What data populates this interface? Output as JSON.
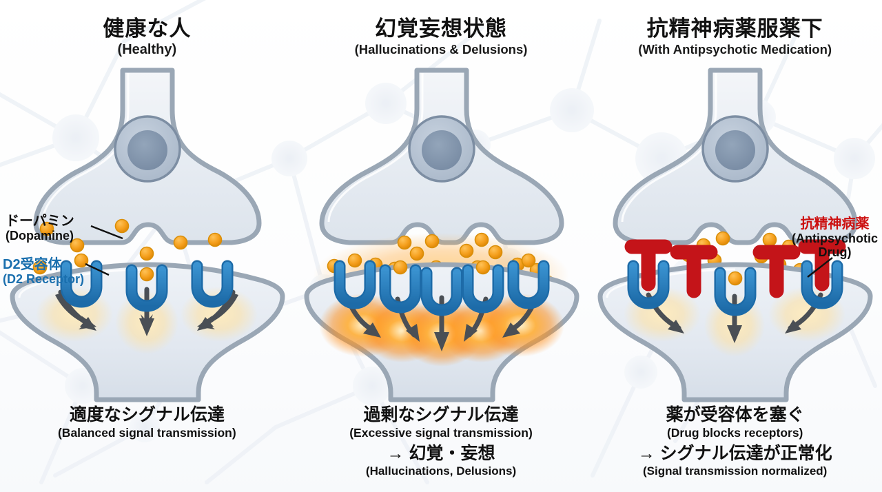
{
  "diagram": {
    "subject": "Dopamine synapse comparison: healthy, psychosis, antipsychotic treatment",
    "colors": {
      "dopamine": "#f5a01e",
      "receptor_blue": "#2b7fc0",
      "drug_red": "#d6252a",
      "membrane_gray": "#9aa7b5",
      "cytoplasm": "#e9edf2",
      "nucleus": "#7d90a8",
      "glow_warm": "#ffd27a",
      "glow_intense": "#ff8c16",
      "background": "#fdfdfe"
    }
  },
  "panels": [
    {
      "id": "healthy",
      "title_jp": "健康な人",
      "title_en": "(Healthy)",
      "caption_jp": "適度なシグナル伝達",
      "caption_en": "(Balanced signal transmission)",
      "caption_jp2": "",
      "caption_en2": "",
      "dopamine_count": 7,
      "receptor_count": 3,
      "drug_count": 0,
      "signal_arrows": 3,
      "glow_level": "mild",
      "release_sites": 1
    },
    {
      "id": "psychosis",
      "title_jp": "幻覚妄想状態",
      "title_en": "(Hallucinations & Delusions)",
      "caption_jp": "過剰なシグナル伝達",
      "caption_en": "(Excessive signal transmission)",
      "caption_jp2": "→ 幻覚・妄想",
      "caption_en2": "(Hallucinations, Delusions)",
      "dopamine_count": 42,
      "receptor_count": 5,
      "drug_count": 0,
      "signal_arrows": 5,
      "glow_level": "intense",
      "release_sites": 2
    },
    {
      "id": "medicated",
      "title_jp": "抗精神病薬服薬下",
      "title_en": "(With Antipsychotic Medication)",
      "caption_jp": "薬が受容体を塞ぐ",
      "caption_en": "(Drug blocks receptors)",
      "caption_jp2": "→ シグナル伝達が正常化",
      "caption_en2": "(Signal transmission normalized)",
      "dopamine_count": 18,
      "receptor_count": 3,
      "drug_count": 5,
      "signal_arrows": 3,
      "glow_level": "mild",
      "release_sites": 2
    }
  ],
  "annotations": {
    "dopamine": {
      "jp": "ドーパミン",
      "en": "(Dopamine)"
    },
    "d2_receptor": {
      "jp": "D2受容体",
      "en": "(D2 Receptor)"
    },
    "antipsychotic": {
      "jp": "抗精神病薬",
      "en_line1": "(Antipsychotic",
      "en_line2": "Drug)"
    }
  }
}
